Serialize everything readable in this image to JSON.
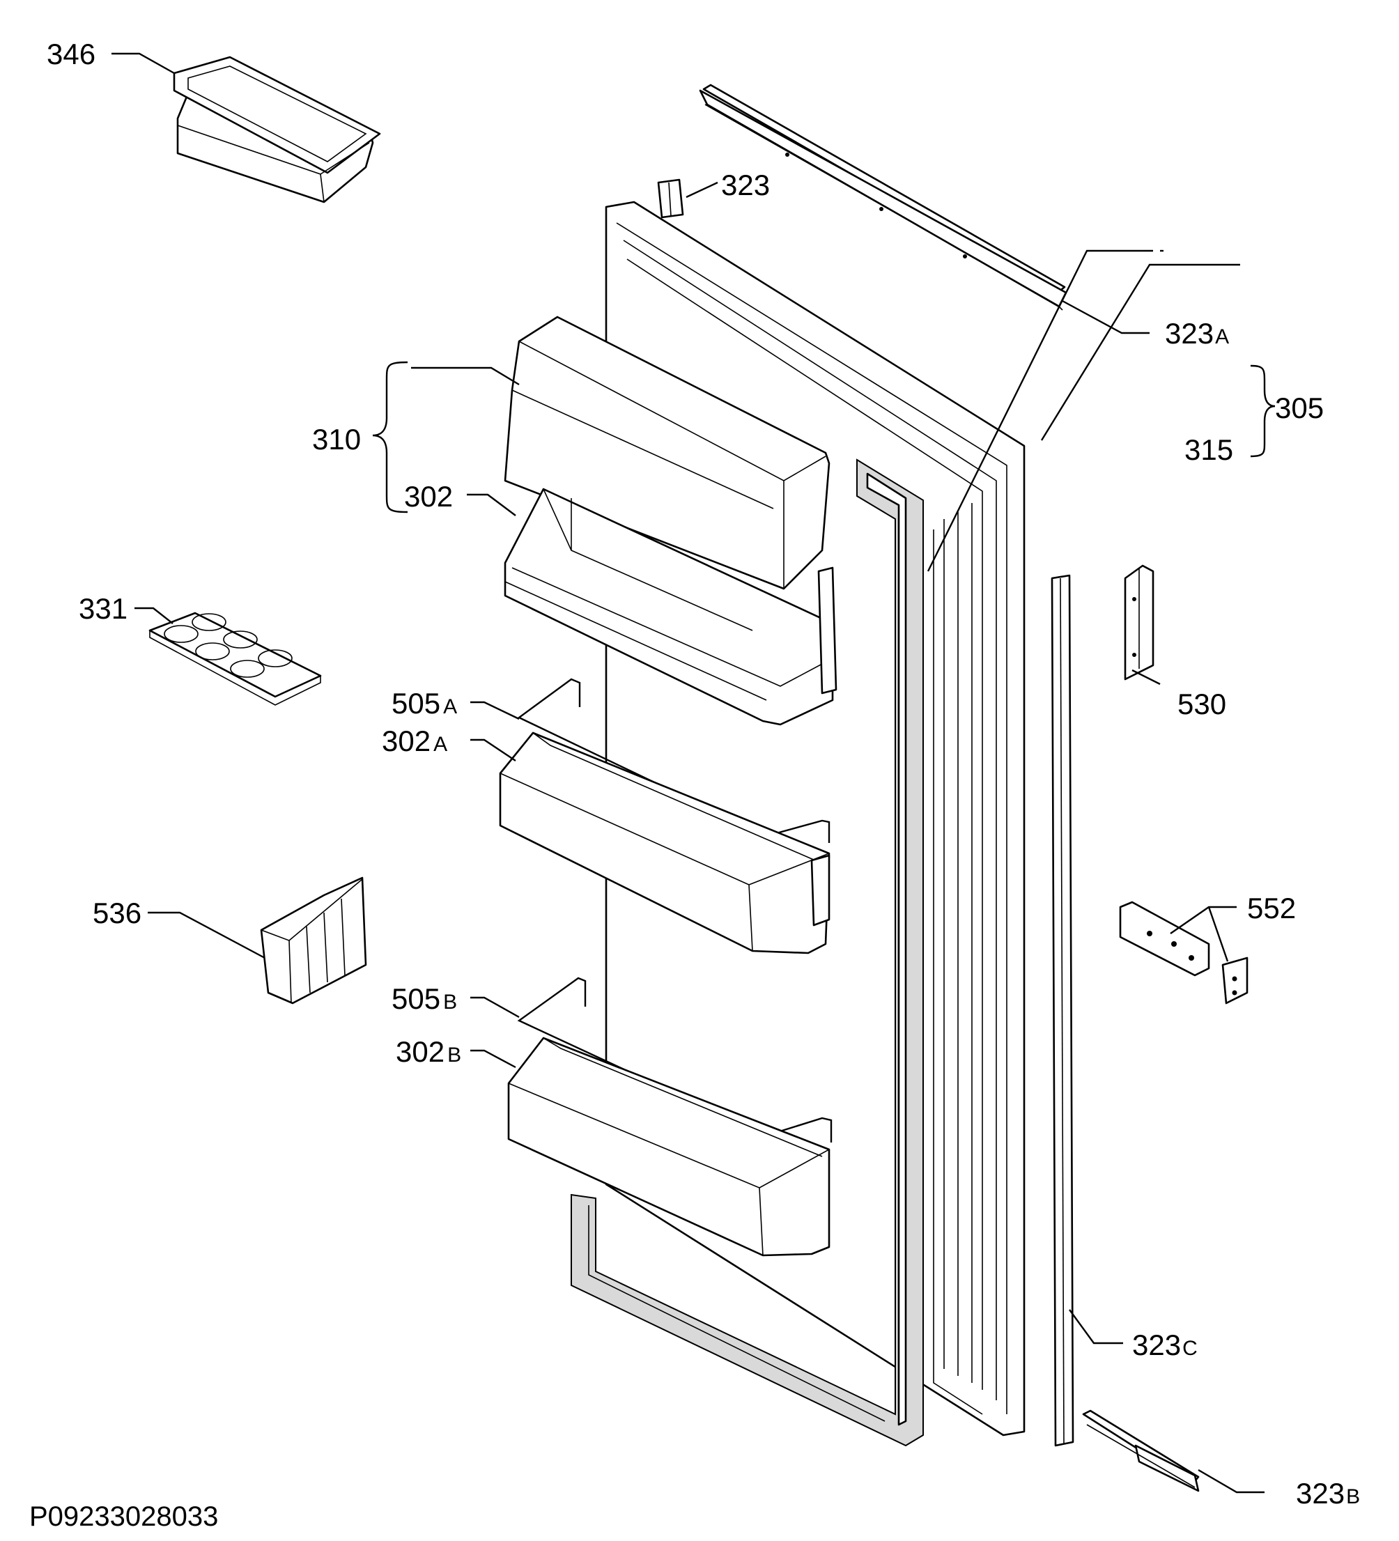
{
  "diagram": {
    "reference": "P09233028033",
    "callouts": [
      {
        "id": "346",
        "label": "346",
        "sub": ""
      },
      {
        "id": "323",
        "label": "323",
        "sub": ""
      },
      {
        "id": "323a",
        "label": "323",
        "sub": "A"
      },
      {
        "id": "305",
        "label": "305",
        "sub": ""
      },
      {
        "id": "315",
        "label": "315",
        "sub": ""
      },
      {
        "id": "310",
        "label": "310",
        "sub": ""
      },
      {
        "id": "302",
        "label": "302",
        "sub": ""
      },
      {
        "id": "331",
        "label": "331",
        "sub": ""
      },
      {
        "id": "530",
        "label": "530",
        "sub": ""
      },
      {
        "id": "505a",
        "label": "505",
        "sub": "A"
      },
      {
        "id": "302a",
        "label": "302",
        "sub": "A"
      },
      {
        "id": "536",
        "label": "536",
        "sub": ""
      },
      {
        "id": "552",
        "label": "552",
        "sub": ""
      },
      {
        "id": "505b",
        "label": "505",
        "sub": "B"
      },
      {
        "id": "302b",
        "label": "302",
        "sub": "B"
      },
      {
        "id": "323c",
        "label": "323",
        "sub": "C"
      },
      {
        "id": "323b",
        "label": "323",
        "sub": "B"
      }
    ]
  }
}
